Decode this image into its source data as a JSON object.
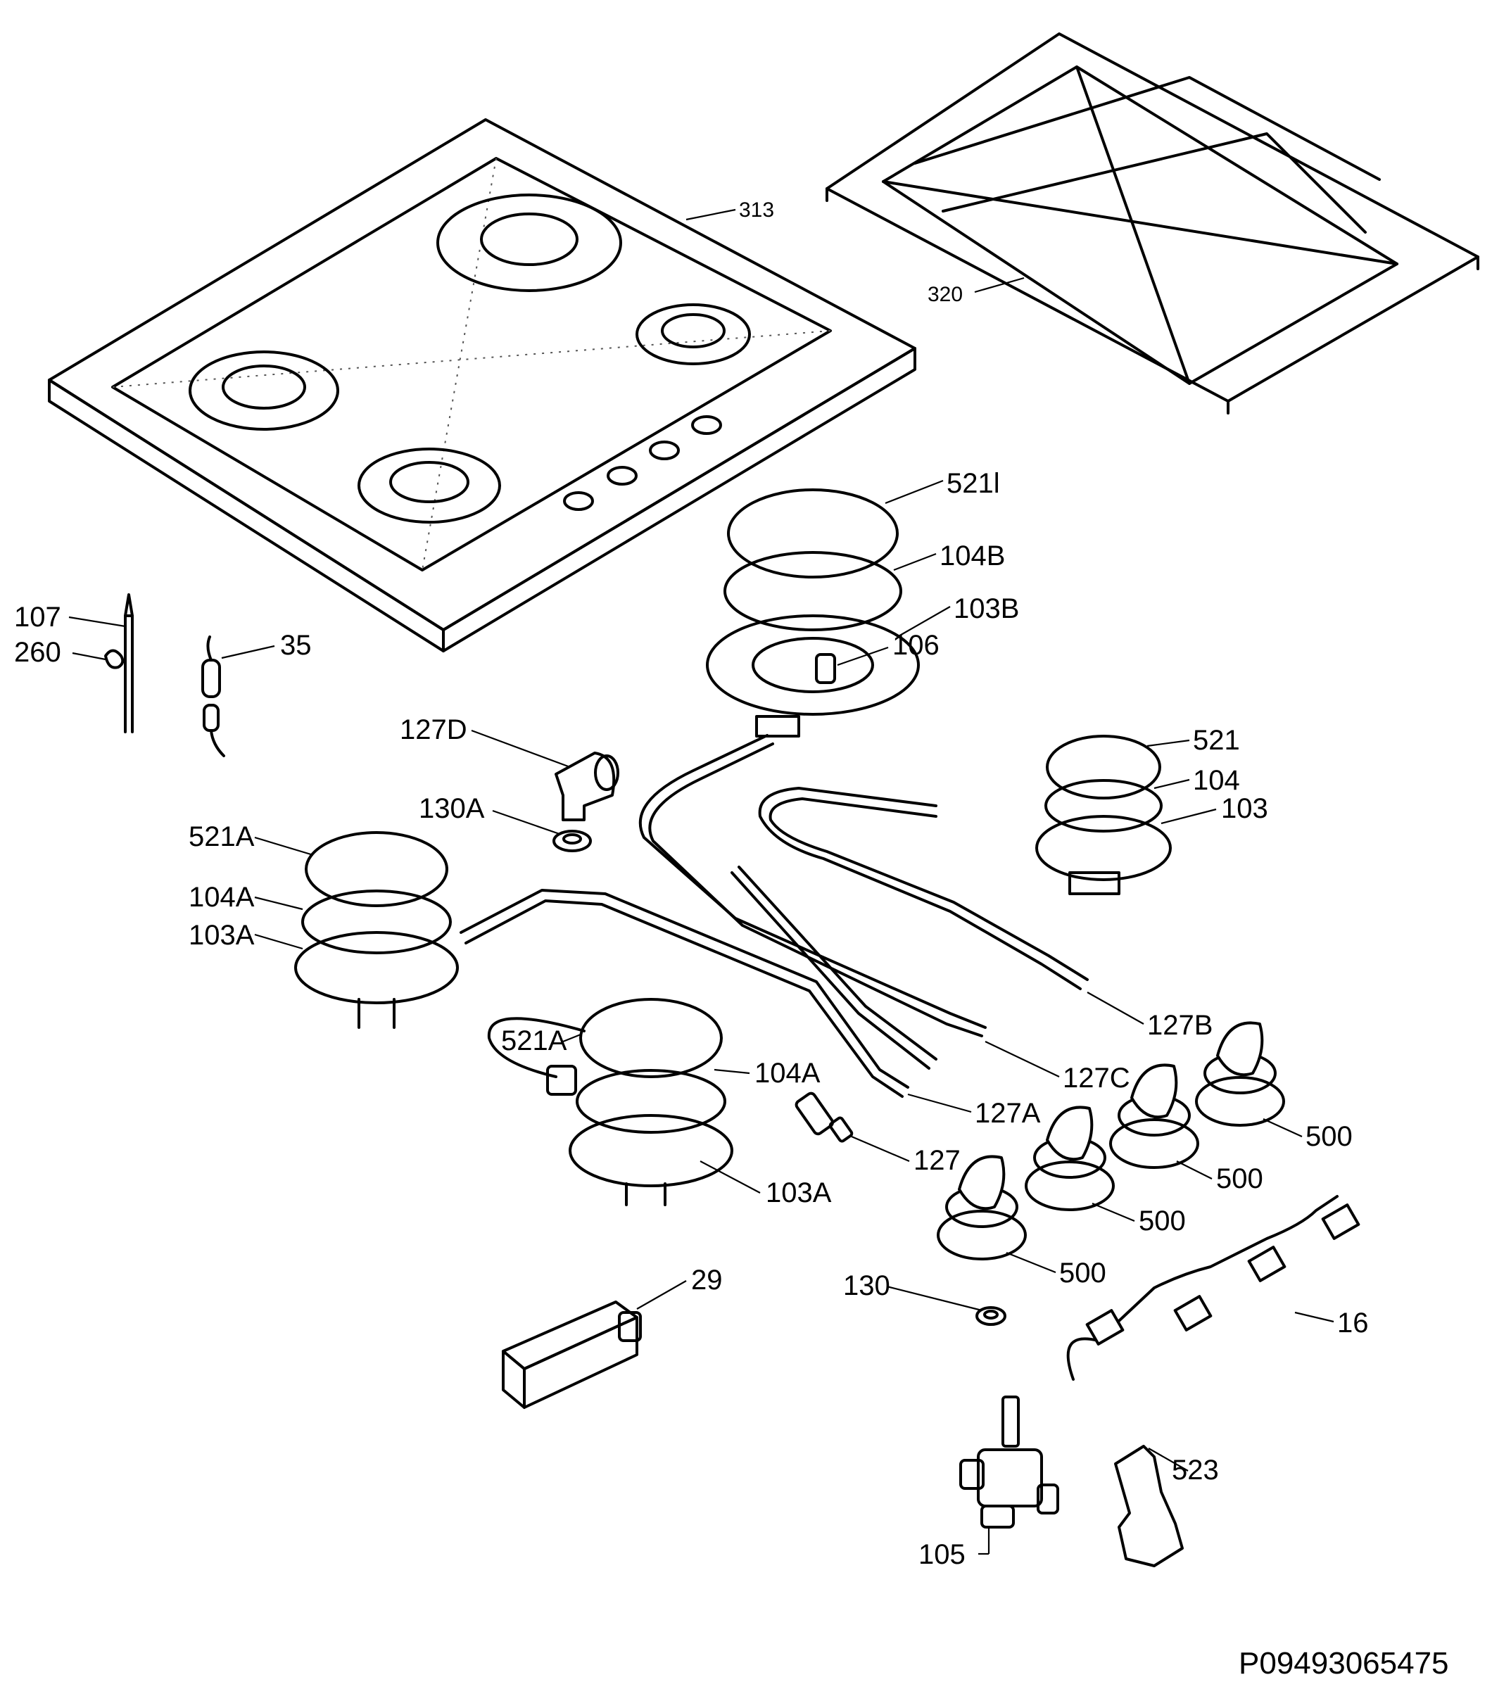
{
  "labels": {
    "313": "313",
    "320": "320",
    "521l": "521l",
    "104B": "104B",
    "103B": "103B",
    "106": "106",
    "107": "107",
    "260": "260",
    "35": "35",
    "127D": "127D",
    "130A": "130A",
    "521": "521",
    "104": "104",
    "103": "103",
    "521A_left": "521A",
    "104A_left": "104A",
    "103A_left": "103A",
    "521A_center": "521A",
    "104A_center": "104A",
    "103A_center": "103A",
    "127B": "127B",
    "127C": "127C",
    "127A": "127A",
    "127": "127",
    "500_a": "500",
    "500_b": "500",
    "500_c": "500",
    "500_d": "500",
    "29": "29",
    "130": "130",
    "16": "16",
    "523": "523",
    "105": "105"
  },
  "document_id": "P09493065475"
}
